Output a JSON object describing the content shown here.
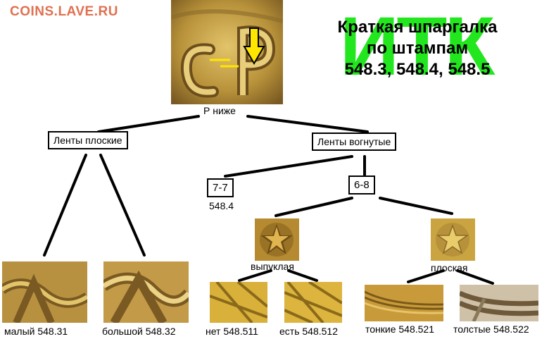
{
  "watermark": "COINS.LAVE.RU",
  "title": {
    "line1": "Краткая шпаргалка",
    "line2": "по штампам",
    "line3": "548.3, 548.4, 548.5"
  },
  "logo_text": "ИТК",
  "root": {
    "label": "Р ниже"
  },
  "branch_flat": {
    "label": "Ленты плоские"
  },
  "branch_concave": {
    "label": "Ленты вогнутые"
  },
  "node_77": {
    "label": "7-7",
    "code": "548.4"
  },
  "node_68": {
    "label": "6-8"
  },
  "star_convex": {
    "label": "выпуклая"
  },
  "star_flat": {
    "label": "плоская"
  },
  "leaves": {
    "small": "малый 548.31",
    "large": "большой 548.32",
    "no": "нет 548.511",
    "yes": "есть 548.512",
    "thin": "тонкие 548.521",
    "thick": "толстые 548.522"
  },
  "colors": {
    "logo_green": "#22e61e",
    "watermark": "#e07050",
    "coin_gold": "#c9a441",
    "arrow_yellow": "#ffe600"
  }
}
